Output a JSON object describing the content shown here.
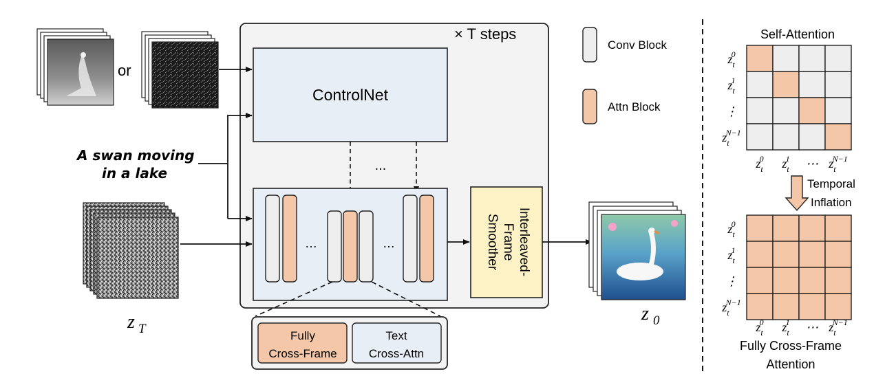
{
  "steps_label": "× T steps",
  "or_label": "or",
  "controlnet_label": "ControlNet",
  "dots": "...",
  "inner_dots": "…",
  "prompt": {
    "line1": "A swan moving",
    "line2": "in a lake"
  },
  "noise_var": "z",
  "noise_sub": "T",
  "output_var": "z",
  "output_sub": "0",
  "smoother": {
    "line1": "Interleaved-",
    "line2": "Frame",
    "line3": "Smoother"
  },
  "legend": {
    "conv": "Conv Block",
    "attn": "Attn Block"
  },
  "block_detail": {
    "fully_line1": "Fully",
    "fully_line2": "Cross-Frame",
    "text_line1": "Text",
    "text_line2": "Cross-Attn"
  },
  "self_attention": {
    "title": "Self-Attention",
    "rows": [
      "0",
      "1",
      "⋮",
      "N−1"
    ],
    "cols": [
      "0",
      "1",
      "⋯",
      "N−1"
    ],
    "var": "z",
    "sub": "t"
  },
  "temporal_inflation": {
    "line1": "Temporal",
    "line2": "Inflation"
  },
  "cross_frame": {
    "title_line1": "Fully Cross-Frame",
    "title_line2": "Attention"
  },
  "colors": {
    "conv": "#eeeeee",
    "attn": "#f5c7a9",
    "controlnet": "#e8eef6",
    "unet": "#e8eef6",
    "smoother": "#fdf1c6",
    "panel": "#f3f3f3",
    "grid_empty": "#eeeeee"
  }
}
